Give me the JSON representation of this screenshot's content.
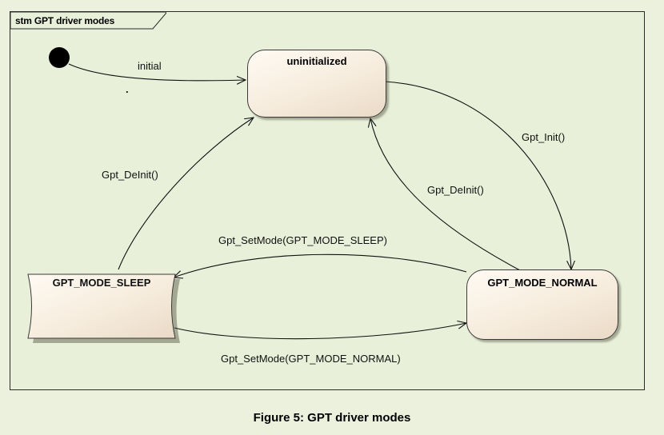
{
  "frame": {
    "title": "stm GPT driver modes"
  },
  "states": {
    "uninitialized": "uninitialized",
    "sleep": "GPT_MODE_SLEEP",
    "normal": "GPT_MODE_NORMAL"
  },
  "transitions": {
    "initial": "initial",
    "dot": ".",
    "init": "Gpt_Init()",
    "deinit_from_normal": "Gpt_DeInit()",
    "deinit_from_sleep": "Gpt_DeInit()",
    "set_sleep": "Gpt_SetMode(GPT_MODE_SLEEP)",
    "set_normal": "Gpt_SetMode(GPT_MODE_NORMAL)"
  },
  "caption": "Figure 5: GPT driver modes",
  "colors": {
    "background": "#ebf1dd",
    "state_fill": "#f6ecdd",
    "line": "#111111"
  }
}
